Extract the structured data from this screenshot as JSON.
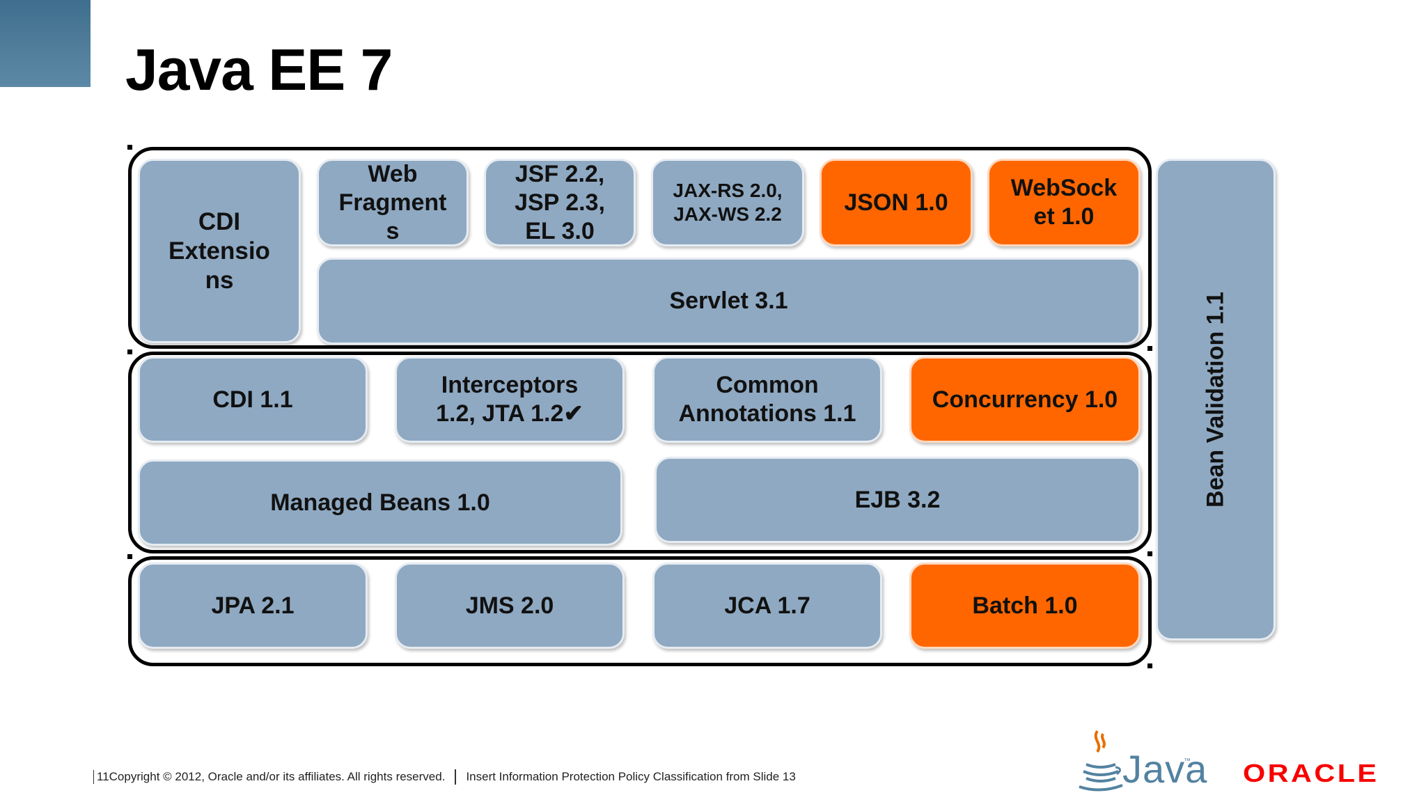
{
  "title": "Java EE 7",
  "colors": {
    "blue_box": "#8fa9c2",
    "orange_box": "#ff6600",
    "corner": "#4e7c99",
    "oracle": "#f80000",
    "java": "#5382a1"
  },
  "web_tier": {
    "cdi_extensions": "CDI\nExtensio\nns",
    "web_fragments": "Web\nFragment\ns",
    "jsf": "JSF 2.2,\nJSP 2.3,\nEL 3.0",
    "jax": "JAX-RS 2.0,\nJAX-WS 2.2",
    "json": "JSON 1.0",
    "websocket": "WebSock\net 1.0",
    "servlet": "Servlet 3.1"
  },
  "business_tier": {
    "cdi": "CDI 1.1",
    "interceptors": "Interceptors\n1.2, JTA 1.2✔",
    "common_annotations": "Common\nAnnotations 1.1",
    "concurrency": "Concurrency 1.0",
    "managed_beans": "Managed Beans 1.0",
    "ejb": "EJB 3.2"
  },
  "data_tier": {
    "jpa": "JPA 2.1",
    "jms": "JMS 2.0",
    "jca": "JCA 1.7",
    "batch": "Batch 1.0"
  },
  "bean_validation": "Bean Validation 1.1",
  "footer": {
    "page_number": "11",
    "copyright": "Copyright © 2012, Oracle and/or its affiliates. All rights reserved.",
    "classification": "Insert Information Protection Policy Classification from Slide 13"
  },
  "logos": {
    "java": "Java",
    "java_tm": "™",
    "oracle": "ORACLE"
  }
}
